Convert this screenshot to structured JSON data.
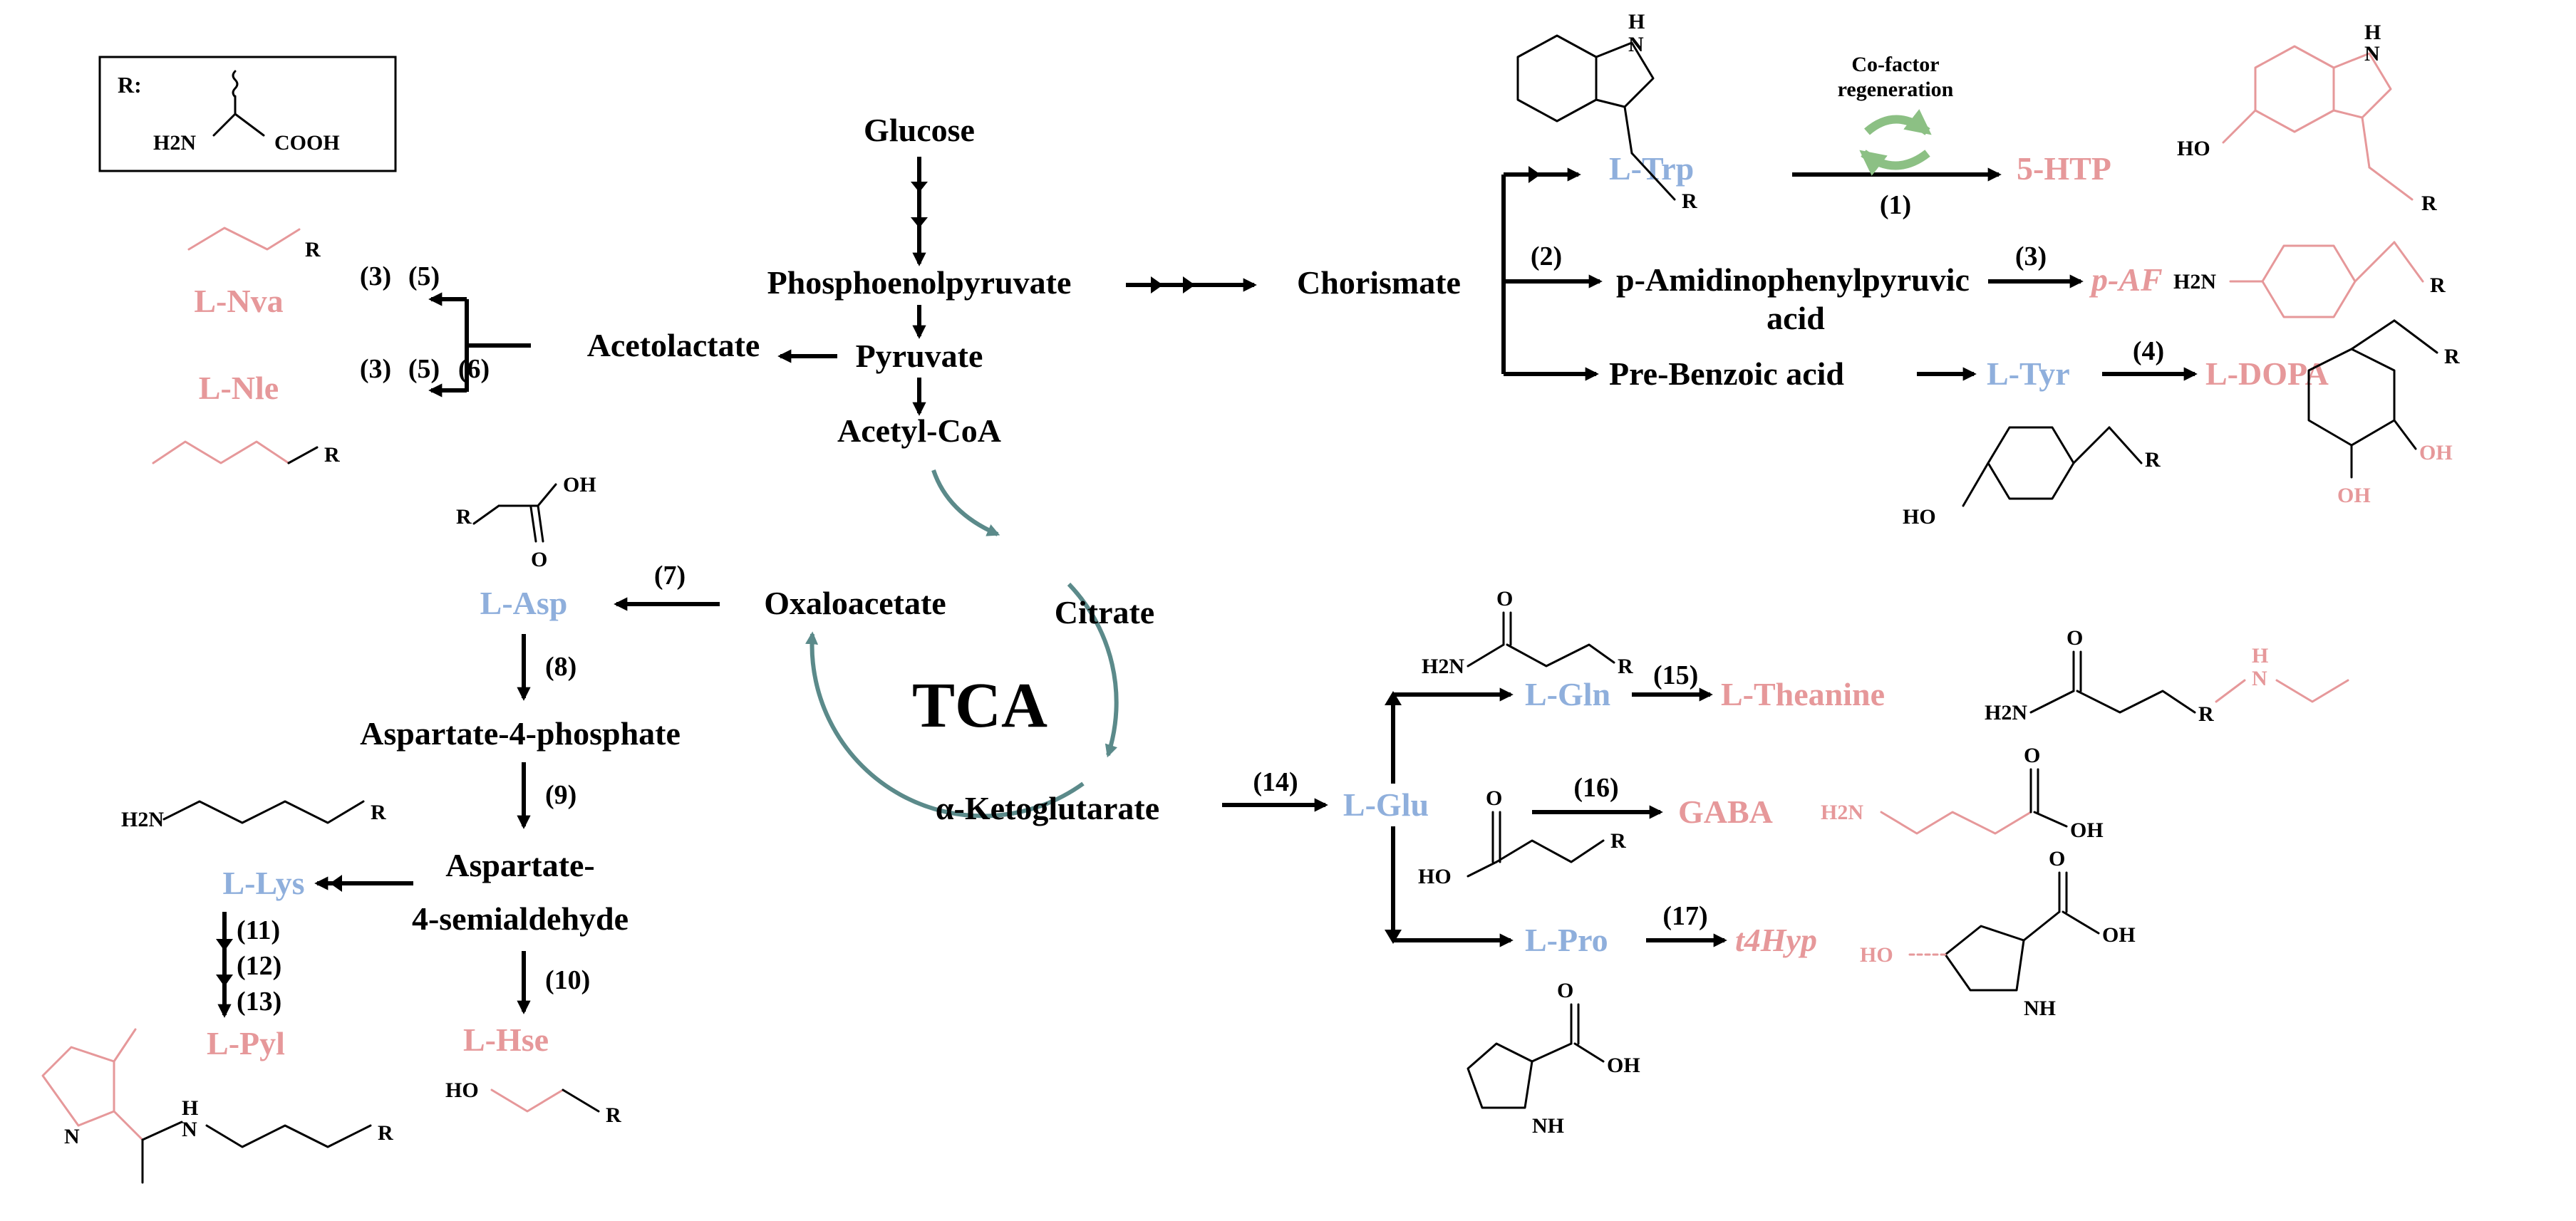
{
  "colors": {
    "blue": "#8fafdc",
    "red": "#e6989a",
    "teal": "#5b8a8a",
    "green": "#8cc084",
    "black": "#000000"
  },
  "legend": {
    "label": "R:",
    "nh2": "H2N",
    "cooh": "COOH"
  },
  "core": {
    "glucose": "Glucose",
    "pep": "Phosphoenolpyruvate",
    "pyruvate": "Pyruvate",
    "acetolactate": "Acetolactate",
    "acetylcoa": "Acetyl-CoA",
    "chorismate": "Chorismate",
    "amidino_line1": "p-Amidinophenylpyruvic",
    "amidino_line2": "acid",
    "prebenzoic": "Pre-Benzoic acid",
    "oxaloacetate": "Oxaloacetate",
    "citrate": "Citrate",
    "tca": "TCA",
    "akg": "α-Ketoglutarate",
    "asp4p": "Aspartate-4-phosphate",
    "asa_line1": "Aspartate-",
    "asa_line2": "4-semialdehyde",
    "cofactor_line1": "Co-factor",
    "cofactor_line2": "regeneration"
  },
  "amino_acids": {
    "trp": "L-Trp",
    "tyr": "L-Tyr",
    "asp": "L-Asp",
    "lys": "L-Lys",
    "glu": "L-Glu",
    "gln": "L-Gln",
    "pro": "L-Pro"
  },
  "products": {
    "htp": "5-HTP",
    "paf": "p-AF",
    "dopa": "L-DOPA",
    "nva": "L-Nva",
    "nle": "L-Nle",
    "pyl": "L-Pyl",
    "hse": "L-Hse",
    "theanine": "L-Theanine",
    "gaba": "GABA",
    "t4hyp": "t4Hyp"
  },
  "steps": {
    "s1": "(1)",
    "s2": "(2)",
    "s3a": "(3)",
    "s3b": "(3)",
    "s3c": "(3)",
    "s4": "(4)",
    "s5a": "(5)",
    "s5b": "(5)",
    "s6": "(6)",
    "s7": "(7)",
    "s8": "(8)",
    "s9": "(9)",
    "s10": "(10)",
    "s11": "(11)",
    "s12": "(12)",
    "s13": "(13)",
    "s14": "(14)",
    "s15": "(15)",
    "s16": "(16)",
    "s17": "(17)"
  },
  "atoms": {
    "R": "R",
    "H": "H",
    "N": "N",
    "NH": "NH",
    "HO": "HO",
    "OH": "OH",
    "O": "O",
    "H2N": "H2N"
  }
}
